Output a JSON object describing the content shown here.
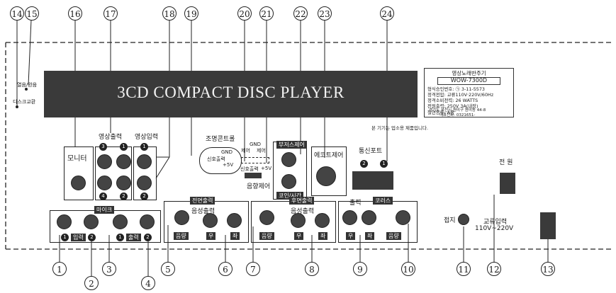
{
  "callouts": [
    "14",
    "15",
    "16",
    "17",
    "18",
    "19",
    "20",
    "21",
    "22",
    "23",
    "24",
    "1",
    "2",
    "3",
    "4",
    "5",
    "6",
    "7",
    "8",
    "9",
    "10",
    "11",
    "12",
    "13"
  ],
  "banner_title": "3CD COMPACT DISC PLAYER",
  "left_labels": {
    "lamp": "열음/완음",
    "disc_change": "디스크교환"
  },
  "video": {
    "out_title": "영상출력",
    "in_title": "영상입력",
    "monitor": "모니터"
  },
  "lighting": {
    "title": "조명콘트롤",
    "gnd": "GND",
    "signal_out": "신호출력",
    "plus5v": "+5V"
  },
  "connector": {
    "gnd": "GND",
    "pin_a": "제어",
    "pin_b": "제어",
    "signal_out": "신호출력",
    "plus5v": "+5V",
    "label": "음향제어"
  },
  "buttons": {
    "buzzer_control": "부저스제어",
    "coin_time": "코인/시간",
    "echo_control": "에코트제어"
  },
  "comm_port": {
    "title": "통신포트"
  },
  "power": {
    "title": "전 원",
    "ac_input_line1": "교류입력",
    "ac_input_line2": "110V~220V",
    "ground": "접지"
  },
  "sections": {
    "mic": "마이크",
    "in_label": "입력",
    "out_label": "출력",
    "front_out": "전면출력",
    "front_audio": "음성출력",
    "rear_out": "후면출력",
    "rear_audio": "음성출력",
    "output": "출력",
    "chorus": "코러스",
    "volume": "음량",
    "right": "우",
    "left": "좌"
  },
  "spec_plate": {
    "title": "영상노래반주기",
    "model": "WOW-7300D",
    "lines": [
      "형식승인번호: ㉠ 3-11-5573",
      "정격전압: 교류110V·220V/60Hz",
      "정격소비전력: 26 WATTS",
      "전원출력: 250V 3A(내장)",
      "절연종류: A종",
      "경기도 부천시 원미구 원미동 44-8",
      "대표전화: 0321651-"
    ]
  },
  "notice": "본 기기는 업소용 제품입니다."
}
